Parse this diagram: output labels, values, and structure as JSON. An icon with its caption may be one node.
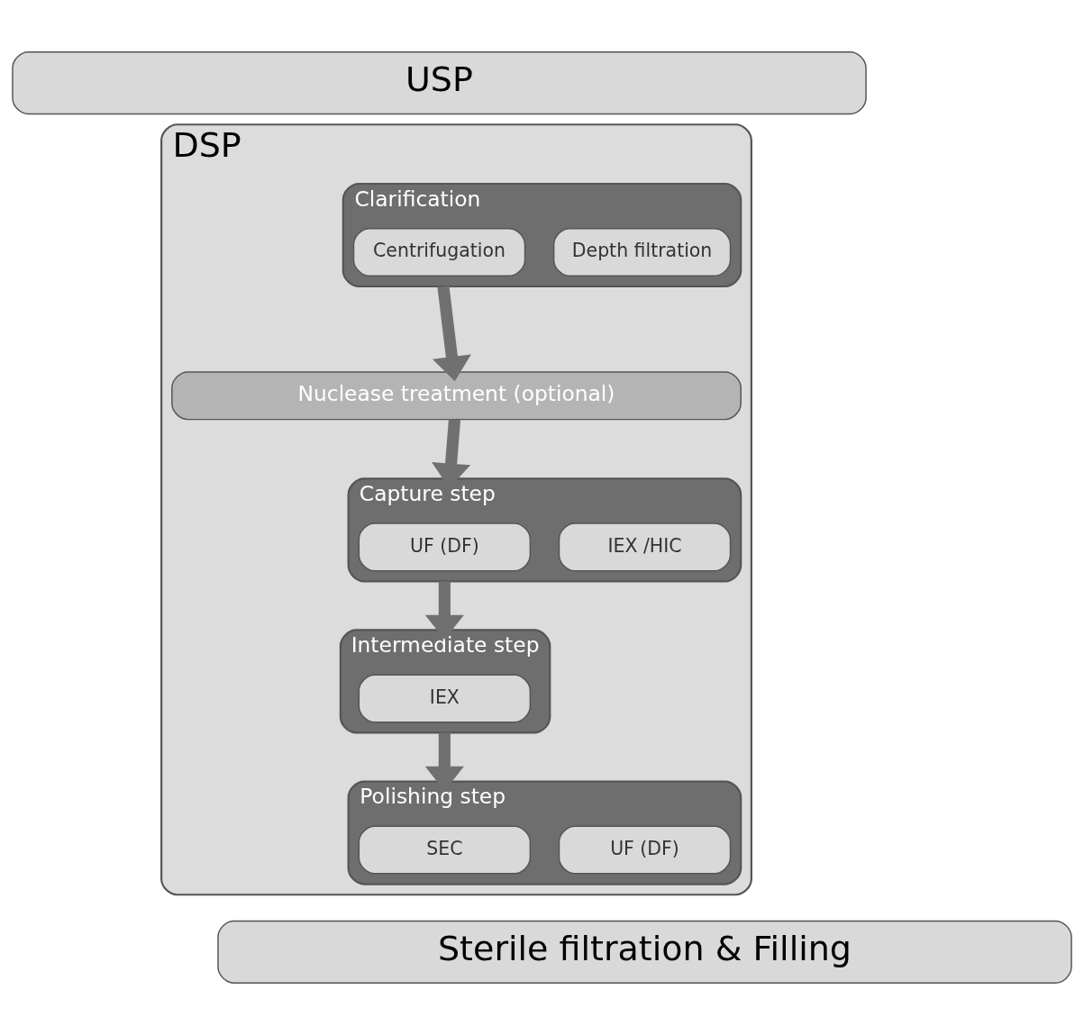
{
  "diagram": {
    "nodes": [
      {
        "text": [
          "USP"
        ]
      },
      {
        "text": [
          "DSP"
        ]
      },
      {
        "text": [
          "Clarification"
        ],
        "in": 1
      },
      {
        "text": [
          "Centrifugation"
        ],
        "in": 2
      },
      {
        "text": [
          "Depth filtration"
        ],
        "in": 2
      },
      {
        "text": [
          "Nuclease treatment (optional)"
        ],
        "in": 1
      },
      {
        "text": [
          "Capture step"
        ],
        "in": 1
      },
      {
        "text": [
          "UF (DF)"
        ],
        "in": 6
      },
      {
        "text": [
          "IEX /HIC"
        ],
        "in": 6
      },
      {
        "text": [
          "Intermediate step"
        ],
        "in": 1
      },
      {
        "text": [
          "IEX"
        ],
        "in": 9
      },
      {
        "text": [
          "Polishing step"
        ],
        "in": 1
      },
      {
        "text": [
          "SEC"
        ],
        "in": 11
      },
      {
        "text": [
          "UF (DF)"
        ],
        "in": 11
      },
      {
        "text": [
          "Sterile filtration & Filling"
        ]
      }
    ],
    "edges": [
      {
        "from": 2,
        "to": 5,
        "arrow": "to"
      },
      {
        "from": 5,
        "to": 6,
        "arrow": "to"
      },
      {
        "from": 6,
        "to": 9,
        "arrow": "to"
      },
      {
        "from": 9,
        "to": 11,
        "arrow": "to"
      }
    ]
  }
}
